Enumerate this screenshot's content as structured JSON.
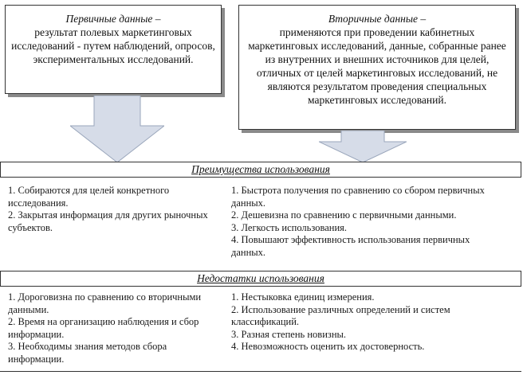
{
  "primary": {
    "title": "Первичные данные –",
    "text": "результат полевых маркетинговых исследований - путем наблюдений, опросов, экспериментальных исследований."
  },
  "secondary": {
    "title": "Вторичные данные –",
    "text": "применяются при проведении кабинетных маркетинговых исследований, данные, собранные ранее из внутренних и внешних источников для целей, отличных от целей маркетинговых исследований, не являются результатом проведения специальных маркетинговых исследований."
  },
  "advantages": {
    "header": "Преимущества использования",
    "primary_items": [
      "1. Собираются для целей конкретного исследования.",
      "2. Закрытая информация для других рыночных субъектов."
    ],
    "secondary_items": [
      "1. Быстрота получения по сравнению со сбором первичных данных.",
      "2. Дешевизна по сравнению с первичными данными.",
      "3. Легкость использования.",
      "4. Повышают эффективность использования первичных данных."
    ]
  },
  "disadvantages": {
    "header": "Недостатки использования",
    "primary_items": [
      "1. Дороговизна по сравнению со вторичными данными.",
      "2. Время на организацию наблюдения и сбор информации.",
      "3. Необходимы знания методов сбора информации."
    ],
    "secondary_items": [
      "1. Нестыковка единиц измерения.",
      "2. Использование различных определений и систем классификаций.",
      "3. Разная степень новизны.",
      "4. Невозможность оценить их достоверность."
    ]
  },
  "colors": {
    "arrow_fill": "#d6dce8",
    "arrow_stroke": "#9aa6bb",
    "shadow": "#8a8a8a"
  }
}
